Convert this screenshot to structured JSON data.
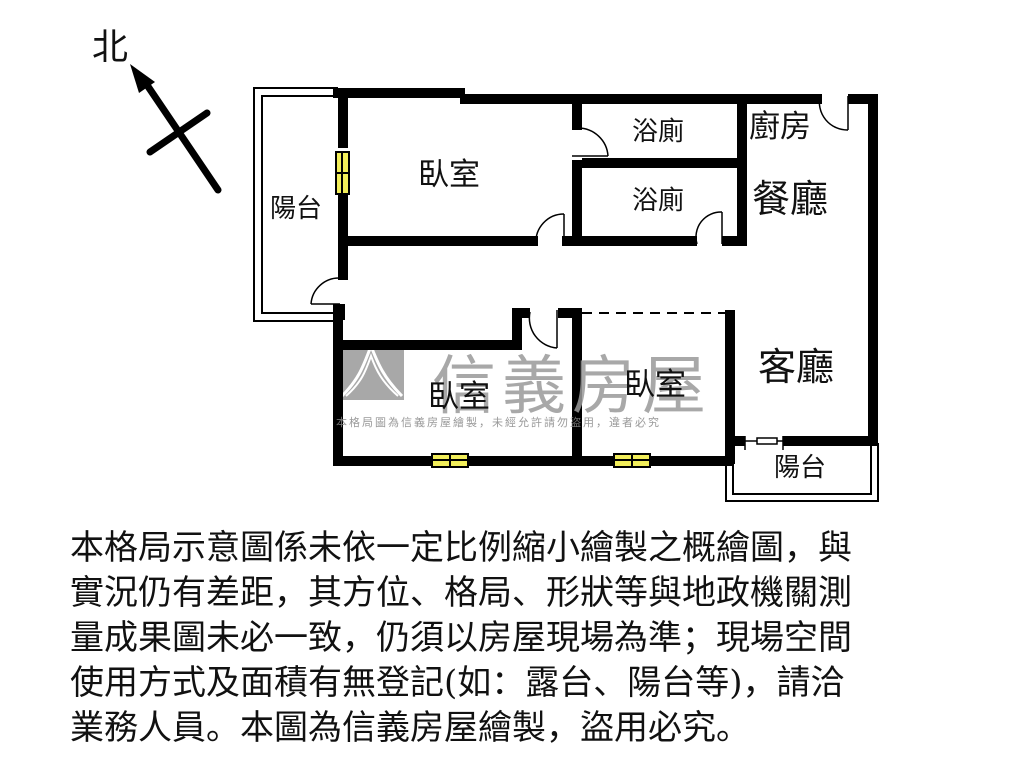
{
  "compass": {
    "label": "北"
  },
  "rooms": {
    "balcony_west": "陽台",
    "bedroom_north": "臥室",
    "bath_1": "浴廁",
    "bath_2": "浴廁",
    "kitchen": "廚房",
    "dining": "餐廳",
    "bedroom_sw": "臥室",
    "bedroom_s": "臥室",
    "living": "客廳",
    "balcony_south": "陽台"
  },
  "watermark": {
    "brand": "信義房屋",
    "notice": "本格局圖為信義房屋繪製，未經允許請勿盜用，違者必究"
  },
  "disclaimer": {
    "lines": [
      "本格局示意圖係未依一定比例縮小繪製之概繪圖，與",
      "實況仍有差距，其方位、格局、形狀等與地政機關測",
      "量成果圖未必一致，仍須以房屋現場為準；現場空間",
      "使用方式及面積有無登記(如：露台、陽台等)，請洽",
      "業務人員。本圖為信義房屋繪製，盜用必究。"
    ]
  },
  "colors": {
    "wall": "#000000",
    "window_fill": "#f2ee5a",
    "watermark": "#9a9a9a",
    "background": "#ffffff"
  }
}
